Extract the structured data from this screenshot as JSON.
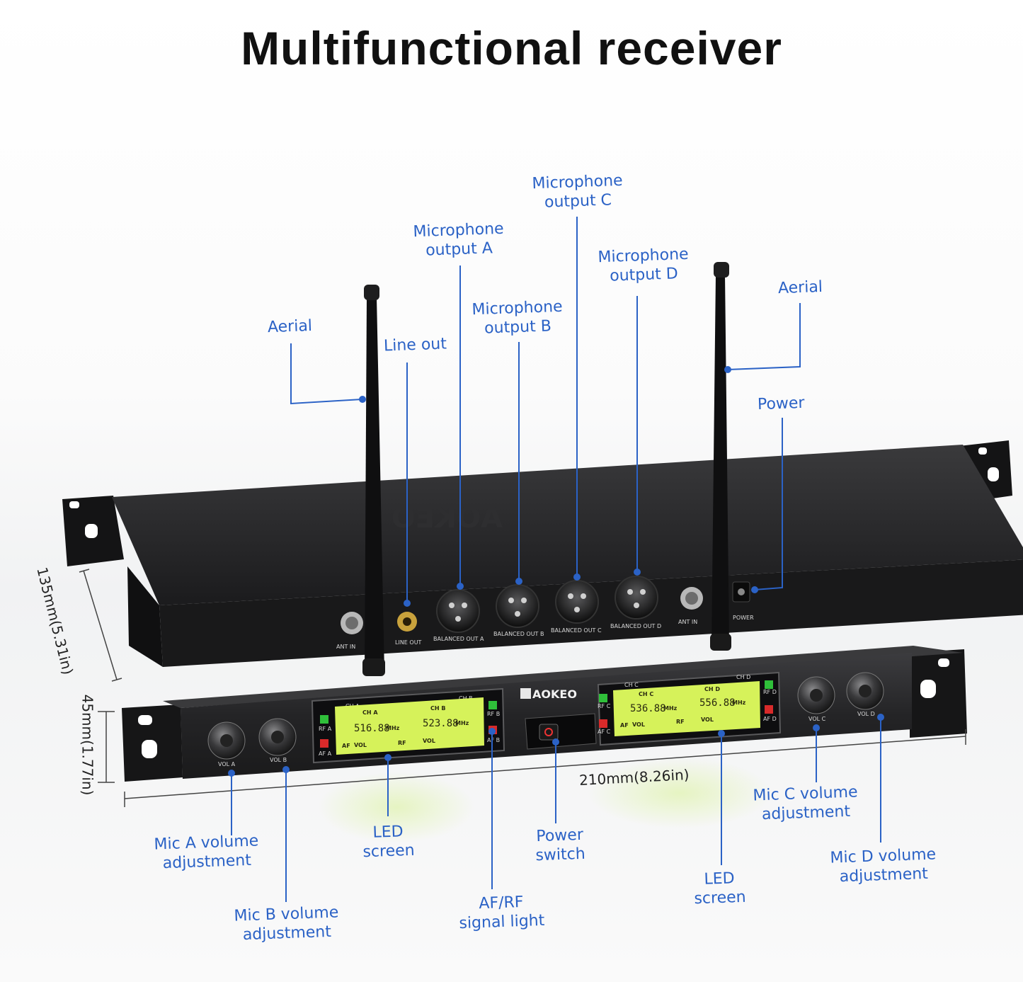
{
  "title": "Multifunctional receiver",
  "labels": {
    "aerial_left": "Aerial",
    "line_out": "Line out",
    "mic_out_a": "Microphone\noutput A",
    "mic_out_b": "Microphone\noutput B",
    "mic_out_c": "Microphone\noutput C",
    "mic_out_d": "Microphone\noutput D",
    "aerial_right": "Aerial",
    "power": "Power",
    "mic_a_vol": "Mic A volume\nadjustment",
    "mic_b_vol": "Mic B volume\nadjustment",
    "led_screen_left": "LED\nscreen",
    "af_rf": "AF/RF\nsignal light",
    "power_switch": "Power\nswitch",
    "led_screen_right": "LED\nscreen",
    "mic_c_vol": "Mic C volume\nadjustment",
    "mic_d_vol": "Mic D volume\nadjustment"
  },
  "dimensions": {
    "depth": "135mm(5.31in)",
    "height": "45mm(1.77in)",
    "width": "210mm(8.26in)"
  },
  "rear_panel": {
    "brand_mirrored": "AOKEO",
    "ant_in": "ANT IN",
    "line_out": "LINE OUT",
    "out_a": "BALANCED OUT A",
    "out_b": "BALANCED OUT B",
    "out_c": "BALANCED OUT C",
    "out_d": "BALANCED OUT D",
    "power": "POWER"
  },
  "front_panel": {
    "brand": "AOKEO",
    "ch_a": "CH A",
    "ch_b": "CH B",
    "ch_c": "CH C",
    "ch_d": "CH D",
    "freq_a": "516.88",
    "freq_b": "523.88",
    "freq_c": "536.88",
    "freq_d": "556.88",
    "unit": "MHz",
    "vol": "VOL",
    "rf_a": "RF A",
    "af_a": "AF A",
    "rf_b": "RF B",
    "af_b": "AF B",
    "rf_c": "RF C",
    "af_c": "AF C",
    "rf_d": "RF D",
    "af_d": "AF D",
    "vol_a": "VOL A",
    "vol_b": "VOL B",
    "vol_c": "VOL C",
    "vol_d": "VOL D",
    "af": "AF",
    "rf": "RF"
  },
  "colors": {
    "accent": "#2b62c6",
    "lcd": "#d6f25a",
    "led_green": "#2fbf3a",
    "led_red": "#d82a2a"
  }
}
